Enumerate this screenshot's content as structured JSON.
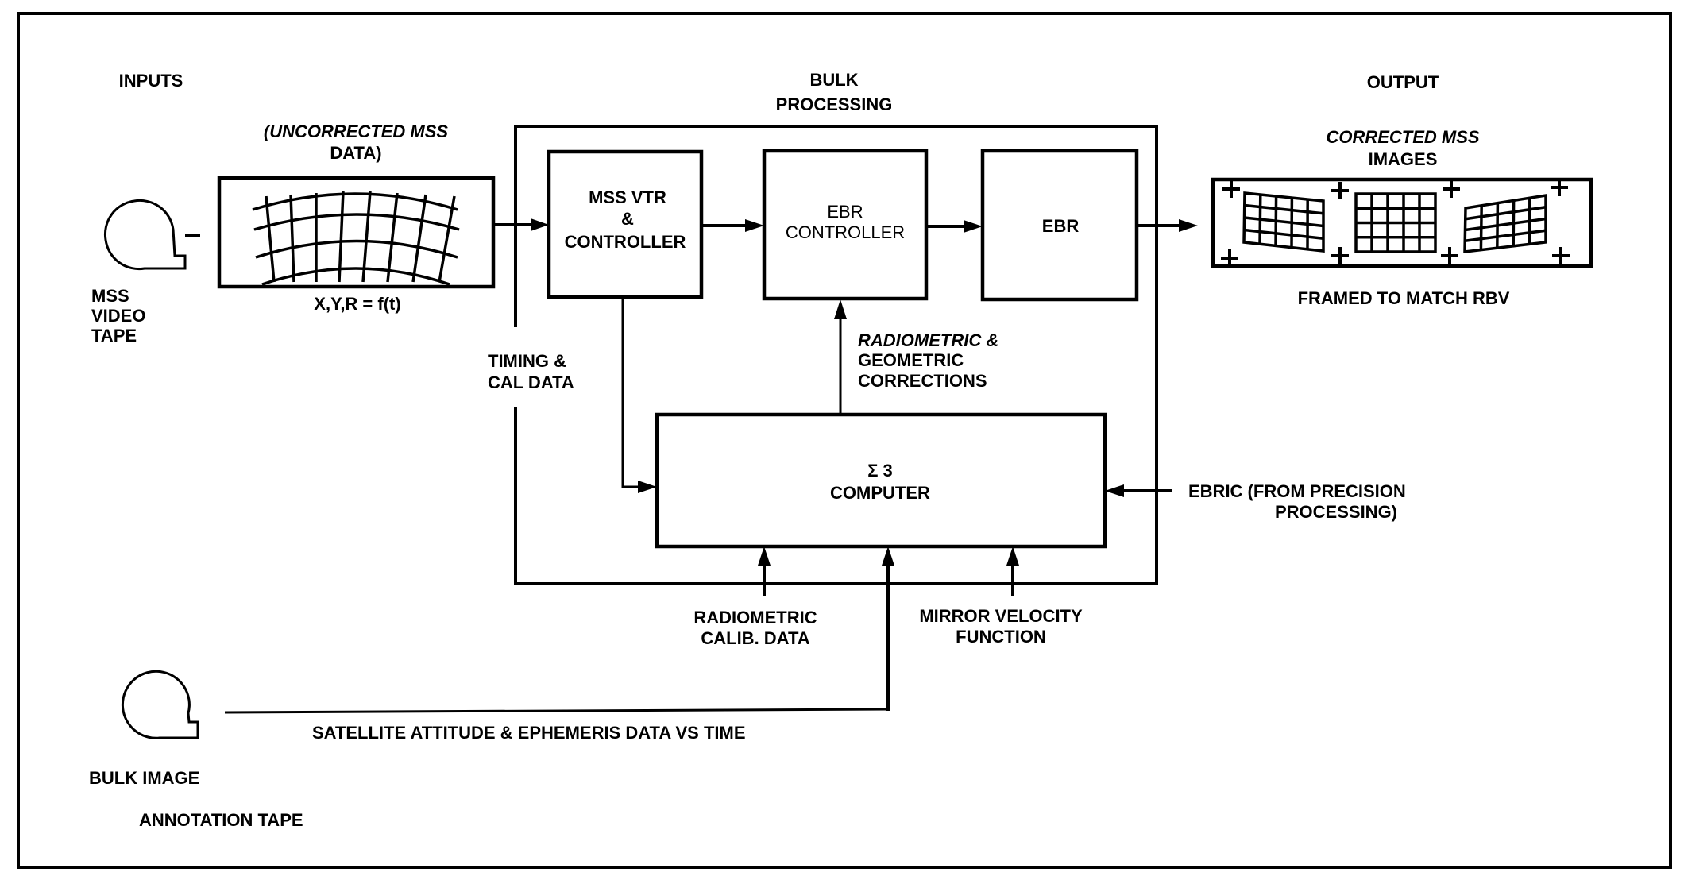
{
  "diagram": {
    "sections": {
      "inputs": "INPUTS",
      "bulk_processing": [
        "BULK",
        "PROCESSING"
      ],
      "output": "OUTPUT"
    },
    "inputs": {
      "mss_video_tape": [
        "MSS",
        "VIDEO",
        "TAPE"
      ],
      "uncorrected_data_label": [
        "(UNCORRECTED MSS",
        "DATA)"
      ],
      "uncorrected_formula": "X,Y,R = f(t)",
      "bulk_image_tape": [
        "BULK IMAGE",
        "ANNOTATION TAPE"
      ],
      "satellite_data": "SATELLITE ATTITUDE & EPHEMERIS DATA VS TIME"
    },
    "blocks": {
      "mss_vtr": [
        "MSS VTR",
        "&",
        "CONTROLLER"
      ],
      "ebr_controller": [
        "EBR",
        "CONTROLLER"
      ],
      "ebr": "EBR",
      "computer": [
        "Σ 3",
        "COMPUTER"
      ]
    },
    "signals": {
      "timing_cal": [
        "TIMING &",
        "CAL DATA"
      ],
      "corrections": [
        "RADIOMETRIC &",
        "GEOMETRIC",
        "CORRECTIONS"
      ],
      "radiometric_calib": [
        "RADIOMETRIC",
        "CALIB. DATA"
      ],
      "mirror_velocity": [
        "MIRROR VELOCITY",
        "FUNCTION"
      ],
      "ebric": [
        "EBRIC (FROM  PRECISION",
        "PROCESSING)"
      ]
    },
    "output": {
      "corrected_label": [
        "CORRECTED MSS",
        "IMAGES"
      ],
      "framed_label": "FRAMED TO MATCH RBV"
    }
  }
}
